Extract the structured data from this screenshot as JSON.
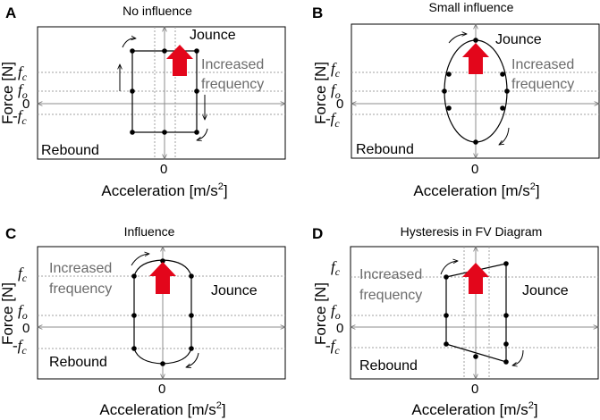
{
  "panels": [
    {
      "letter": "A",
      "title": "No influence",
      "jounce": "Jounce",
      "rebound": "Rebound",
      "note_line1": "Increased",
      "note_line2": "frequency",
      "xlabel": "Acceleration [m/s",
      "xlabel_sup": "2",
      "xlabel_end": "]",
      "ylabel": "Force [N]",
      "x_zero": "0",
      "y_ticks": {
        "fc": "f",
        "fc_sub": "c",
        "fo": "f",
        "fo_sub": "o",
        "zero": "0",
        "neg_fc": "-f",
        "neg_fc_sub": "c"
      },
      "shape": "rectangle"
    },
    {
      "letter": "B",
      "title": "Small influence",
      "jounce": "Jounce",
      "rebound": "Rebound",
      "note_line1": "Increased",
      "note_line2": "frequency",
      "xlabel": "Acceleration  [m/s",
      "xlabel_sup": "2",
      "xlabel_end": "]",
      "ylabel": "Force [N]",
      "x_zero": "0",
      "y_ticks": {
        "fc": "f",
        "fc_sub": "c",
        "fo": "f",
        "fo_sub": "o",
        "zero": "0",
        "neg_fc": "-f",
        "neg_fc_sub": "c"
      },
      "shape": "ellipse"
    },
    {
      "letter": "C",
      "title": "Influence",
      "jounce": "Jounce",
      "rebound": "Rebound",
      "note_line1": "Increased",
      "note_line2": "frequency",
      "xlabel": "Acceleration [m/s",
      "xlabel_sup": "2",
      "xlabel_end": "]",
      "ylabel": "Force [N]",
      "x_zero": "0",
      "y_ticks": {
        "fc": "f",
        "fc_sub": "c",
        "fo": "f",
        "fo_sub": "o",
        "zero": "0",
        "neg_fc": "-f",
        "neg_fc_sub": "c"
      },
      "shape": "rounded"
    },
    {
      "letter": "D",
      "title": "Hysteresis in FV Diagram",
      "jounce": "Jounce",
      "rebound": "Rebound",
      "note_line1": "Increased",
      "note_line2": "frequency",
      "xlabel": "Acceleration [m/s",
      "xlabel_sup": "2",
      "xlabel_end": "]",
      "ylabel": "Force [N]",
      "x_zero": "0",
      "y_ticks": {
        "fc": "f",
        "fc_sub": "c",
        "fo": "f",
        "fo_sub": "o",
        "zero": "0",
        "neg_fc": "-f",
        "neg_fc_sub": "c"
      },
      "shape": "parallelogram"
    }
  ],
  "colors": {
    "arrow": "#e3061b",
    "frame": "#000000",
    "axis": "#8c8c8c",
    "grid": "#a0a0a0",
    "note": "#6b6b6b"
  }
}
